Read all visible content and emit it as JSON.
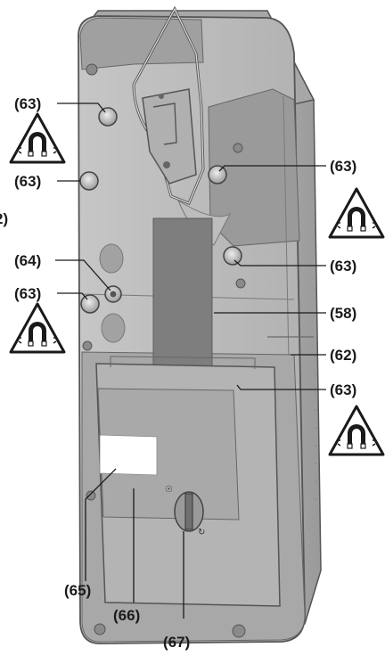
{
  "callouts": {
    "c63_a": "(63)",
    "c63_b": "(63)",
    "c63_c": "(63)",
    "c63_d": "(63)",
    "c63_e": "(63)",
    "c63_f": "(63)",
    "c64": "(64)",
    "c58": "(58)",
    "c62": "(62)",
    "c65": "(65)",
    "c66": "(66)",
    "c67": "(67)",
    "c_cut": "2)"
  },
  "colors": {
    "body_front": "#b9b9b9",
    "body_side": "#a3a3a3",
    "top_cap": "#9c9c9c",
    "label_panel": "#7c7c7c",
    "bottom_dark": "#8c8c8c",
    "warning_fill": "#ffffff",
    "ink": "#1a1a1a"
  },
  "icons": {
    "warning": "magnet-warning-icon",
    "screw": "lock-screw-icon"
  }
}
